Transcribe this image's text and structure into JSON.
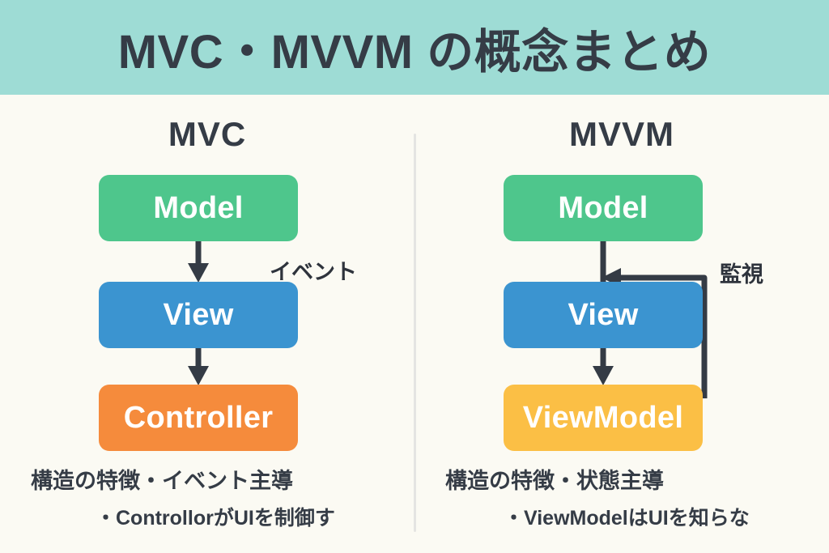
{
  "header": {
    "title": "MVC・MVVM の概念まとめ",
    "background_color": "#9edcd5",
    "text_color": "#353c46"
  },
  "page": {
    "background_color": "#fbfaf3",
    "divider_color": "#e4e4e2"
  },
  "panels": [
    {
      "id": "mvc",
      "title": "MVC",
      "nodes": [
        {
          "label": "Model",
          "color": "#4ec68c"
        },
        {
          "label": "View",
          "color": "#3b94d0"
        },
        {
          "label": "Controller",
          "color": "#f58b3c"
        }
      ],
      "edge_labels": [
        {
          "text": "イベント"
        }
      ],
      "note_head": "構造の特徴・イベント主導",
      "note_sub": "・ControllorがUIを制御す"
    },
    {
      "id": "mvvm",
      "title": "MVVM",
      "nodes": [
        {
          "label": "Model",
          "color": "#4ec68c"
        },
        {
          "label": "View",
          "color": "#3b94d0"
        },
        {
          "label": "ViewModel",
          "color": "#fbbf45"
        }
      ],
      "edge_labels": [
        {
          "text": "監視"
        }
      ],
      "note_head": "構造の特徴・状態主導",
      "note_sub": "・ViewModelはUIを知らな"
    }
  ],
  "arrow_color": "#343b45"
}
